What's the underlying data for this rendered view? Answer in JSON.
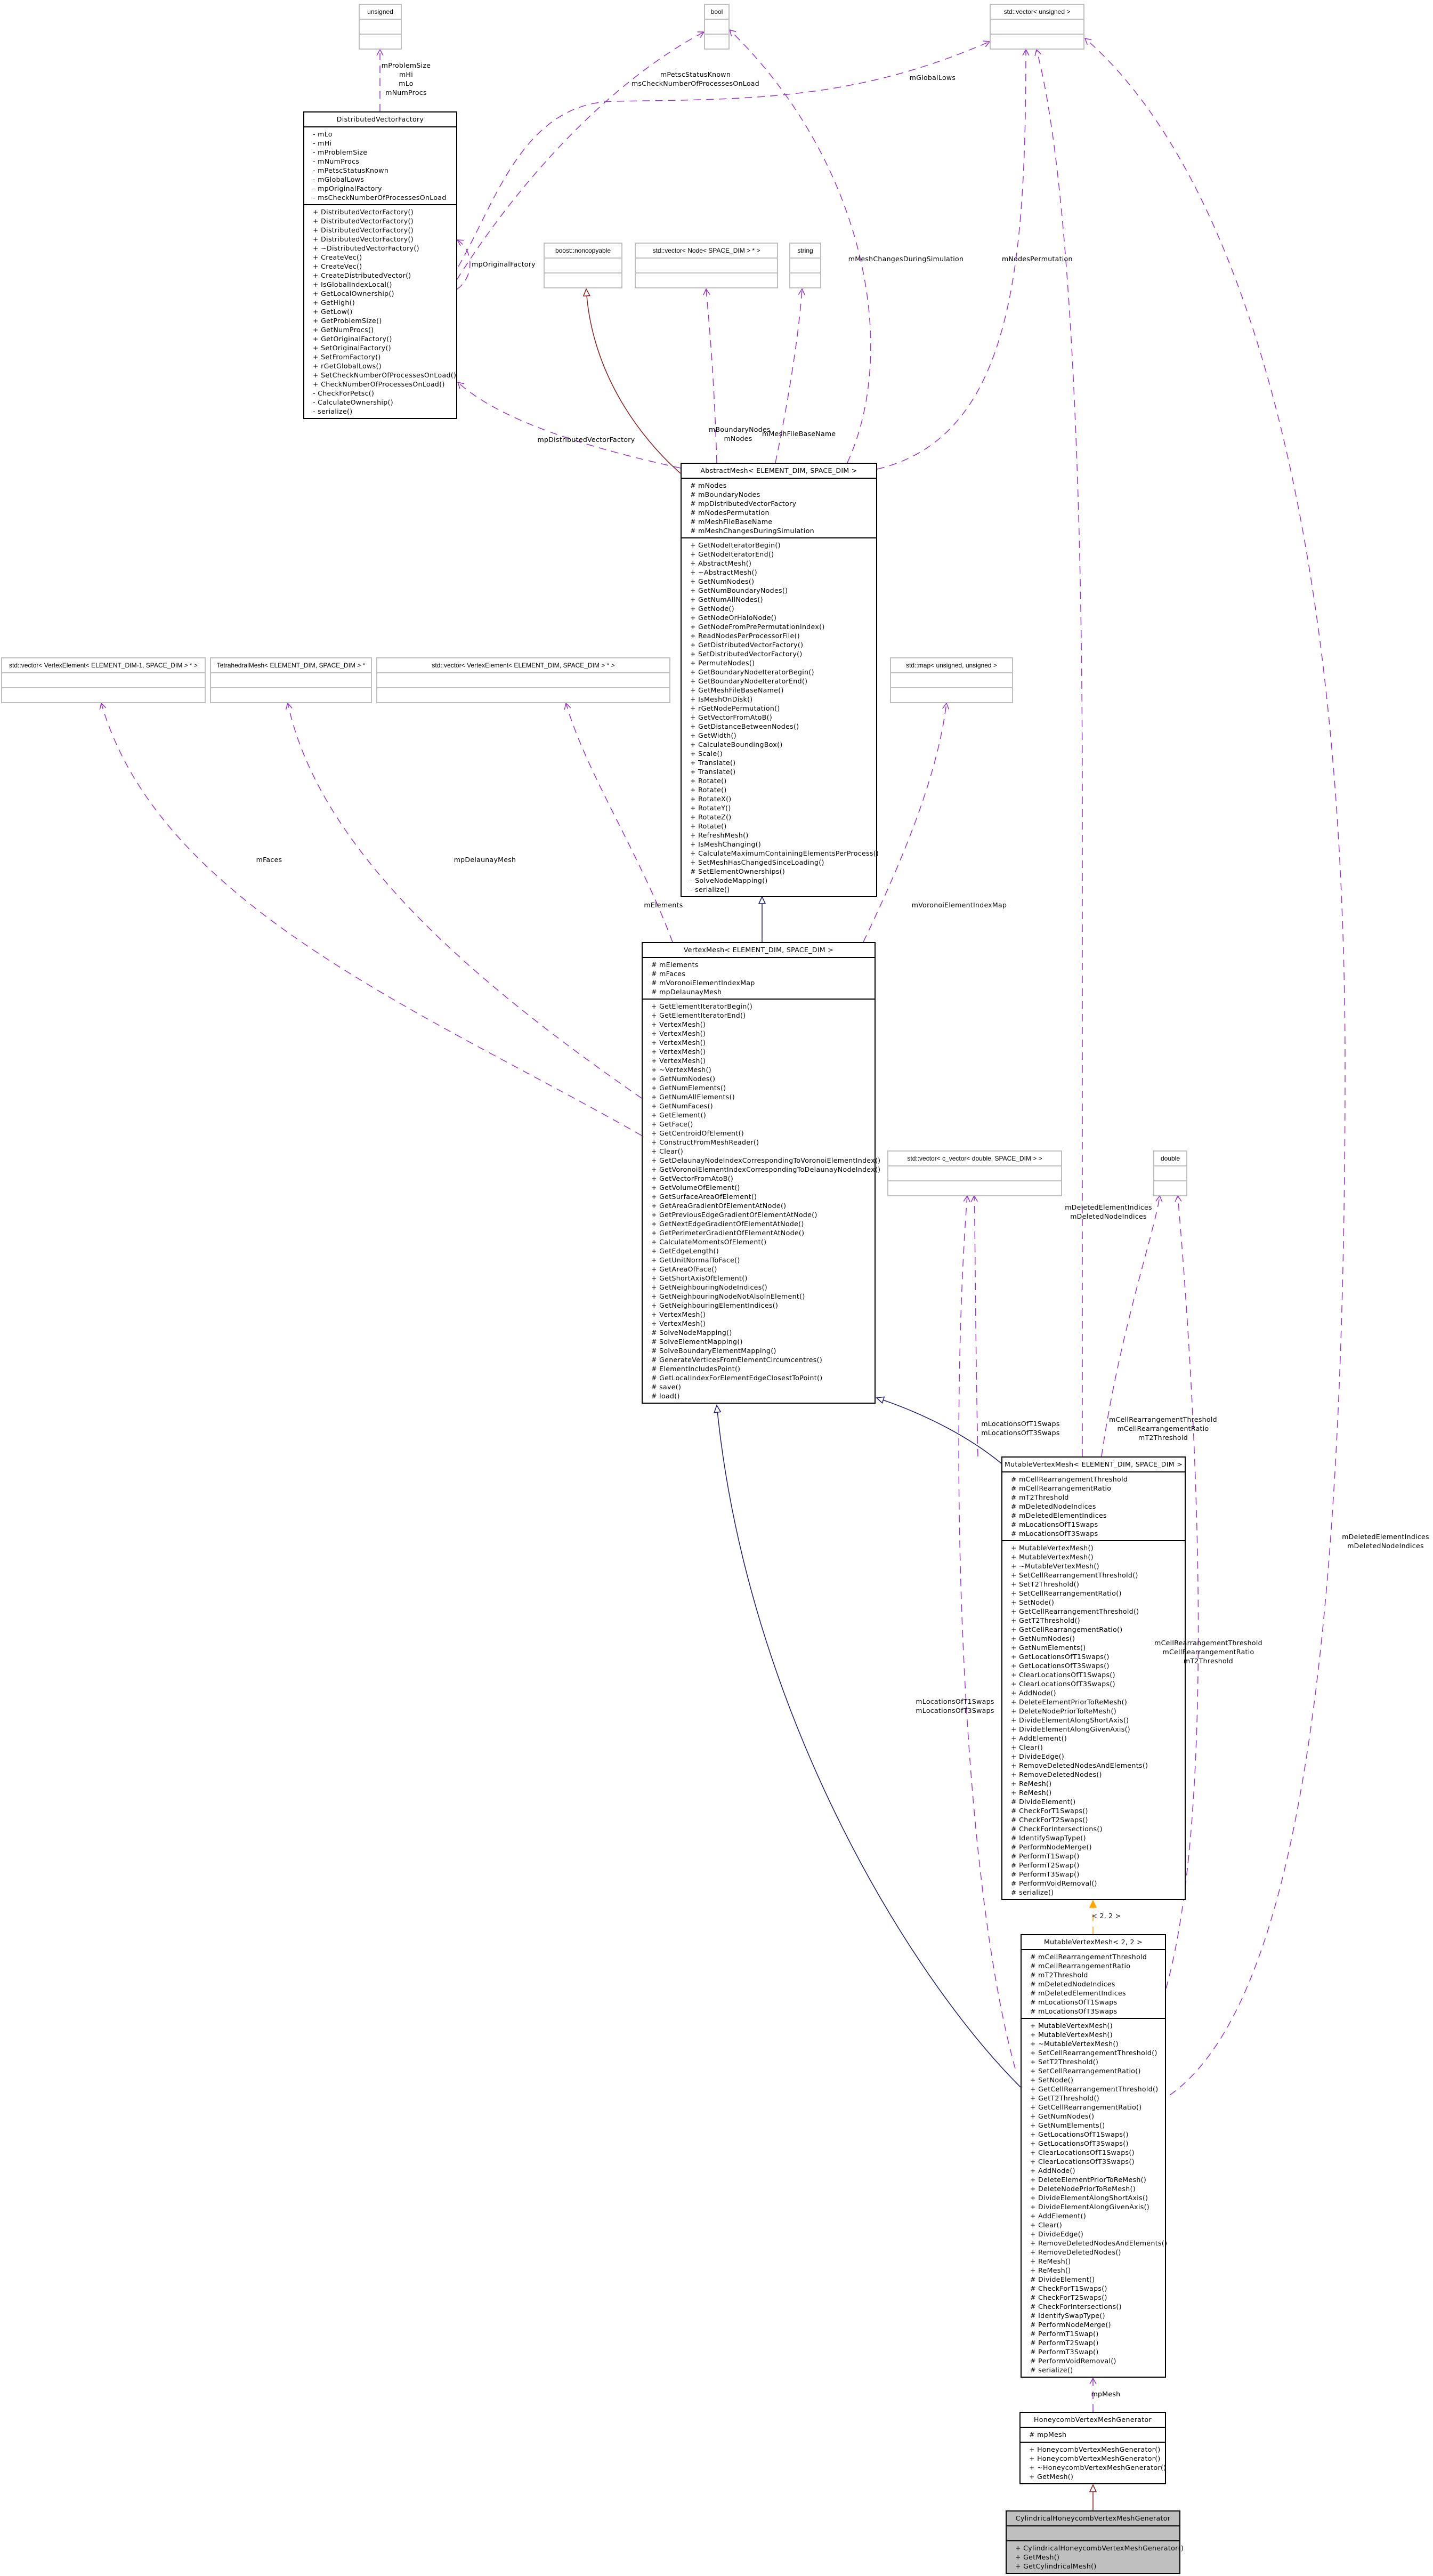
{
  "colors": {
    "usage": "#9a32cd",
    "inherit_navy": "#191970",
    "inherit_red": "#8b1a1a",
    "template": "#ffa500",
    "focus_fill": "#bfbfbf",
    "external_border": "#bfbfbf"
  },
  "classes": {
    "unsigned": {
      "title": "unsigned",
      "attributes": [],
      "methods": []
    },
    "bool": {
      "title": "bool",
      "attributes": [],
      "methods": []
    },
    "vec_unsigned": {
      "title": "std::vector< unsigned >",
      "attributes": [],
      "methods": []
    },
    "dvf": {
      "title": "DistributedVectorFactory",
      "attributes": [
        "- mLo",
        "- mHi",
        "- mProblemSize",
        "- mNumProcs",
        "- mPetscStatusKnown",
        "- mGlobalLows",
        "- mpOriginalFactory",
        "- msCheckNumberOfProcessesOnLoad"
      ],
      "methods": [
        "+ DistributedVectorFactory()",
        "+ DistributedVectorFactory()",
        "+ DistributedVectorFactory()",
        "+ DistributedVectorFactory()",
        "+ ~DistributedVectorFactory()",
        "+ CreateVec()",
        "+ CreateVec()",
        "+ CreateDistributedVector()",
        "+ IsGlobalIndexLocal()",
        "+ GetLocalOwnership()",
        "+ GetHigh()",
        "+ GetLow()",
        "+ GetProblemSize()",
        "+ GetNumProcs()",
        "+ GetOriginalFactory()",
        "+ SetOriginalFactory()",
        "+ SetFromFactory()",
        "+ rGetGlobalLows()",
        "+ SetCheckNumberOfProcessesOnLoad()",
        "+ CheckNumberOfProcessesOnLoad()",
        "- CheckForPetsc()",
        "- CalculateOwnership()",
        "- serialize()"
      ]
    },
    "noncopyable": {
      "title": "boost::noncopyable",
      "attributes": [],
      "methods": []
    },
    "vec_node": {
      "title": "std::vector< Node< SPACE_DIM > * >",
      "attributes": [],
      "methods": []
    },
    "string": {
      "title": "string",
      "attributes": [],
      "methods": []
    },
    "abstract_mesh": {
      "title": "AbstractMesh< ELEMENT_DIM, SPACE_DIM >",
      "attributes": [
        "# mNodes",
        "# mBoundaryNodes",
        "# mpDistributedVectorFactory",
        "# mNodesPermutation",
        "# mMeshFileBaseName",
        "# mMeshChangesDuringSimulation"
      ],
      "methods": [
        "+ GetNodeIteratorBegin()",
        "+ GetNodeIteratorEnd()",
        "+ AbstractMesh()",
        "+ ~AbstractMesh()",
        "+ GetNumNodes()",
        "+ GetNumBoundaryNodes()",
        "+ GetNumAllNodes()",
        "+ GetNode()",
        "+ GetNodeOrHaloNode()",
        "+ GetNodeFromPrePermutationIndex()",
        "+ ReadNodesPerProcessorFile()",
        "+ GetDistributedVectorFactory()",
        "+ SetDistributedVectorFactory()",
        "+ PermuteNodes()",
        "+ GetBoundaryNodeIteratorBegin()",
        "+ GetBoundaryNodeIteratorEnd()",
        "+ GetMeshFileBaseName()",
        "+ IsMeshOnDisk()",
        "+ rGetNodePermutation()",
        "+ GetVectorFromAtoB()",
        "+ GetDistanceBetweenNodes()",
        "+ GetWidth()",
        "+ CalculateBoundingBox()",
        "+ Scale()",
        "+ Translate()",
        "+ Translate()",
        "+ Rotate()",
        "+ Rotate()",
        "+ RotateX()",
        "+ RotateY()",
        "+ RotateZ()",
        "+ Rotate()",
        "+ RefreshMesh()",
        "+ IsMeshChanging()",
        "+ CalculateMaximumContainingElementsPerProcess()",
        "+ SetMeshHasChangedSinceLoading()",
        "# SetElementOwnerships()",
        "- SolveNodeMapping()",
        "- serialize()"
      ]
    },
    "vec_vertex_elem_m1": {
      "title": "std::vector< VertexElement< ELEMENT_DIM-1, SPACE_DIM > * >",
      "attributes": [],
      "methods": []
    },
    "tetra_mesh": {
      "title": "TetrahedralMesh< ELEMENT_DIM, SPACE_DIM > *",
      "attributes": [],
      "methods": []
    },
    "vec_vertex_elem": {
      "title": "std::vector< VertexElement< ELEMENT_DIM, SPACE_DIM > * >",
      "attributes": [],
      "methods": []
    },
    "map_uu": {
      "title": "std::map< unsigned, unsigned >",
      "attributes": [],
      "methods": []
    },
    "vertex_mesh": {
      "title": "VertexMesh< ELEMENT_DIM, SPACE_DIM >",
      "attributes": [
        "# mElements",
        "# mFaces",
        "# mVoronoiElementIndexMap",
        "# mpDelaunayMesh"
      ],
      "methods": [
        "+ GetElementIteratorBegin()",
        "+ GetElementIteratorEnd()",
        "+ VertexMesh()",
        "+ VertexMesh()",
        "+ VertexMesh()",
        "+ VertexMesh()",
        "+ VertexMesh()",
        "+ ~VertexMesh()",
        "+ GetNumNodes()",
        "+ GetNumElements()",
        "+ GetNumAllElements()",
        "+ GetNumFaces()",
        "+ GetElement()",
        "+ GetFace()",
        "+ GetCentroidOfElement()",
        "+ ConstructFromMeshReader()",
        "+ Clear()",
        "+ GetDelaunayNodeIndexCorrespondingToVoronoiElementIndex()",
        "+ GetVoronoiElementIndexCorrespondingToDelaunayNodeIndex()",
        "+ GetVectorFromAtoB()",
        "+ GetVolumeOfElement()",
        "+ GetSurfaceAreaOfElement()",
        "+ GetAreaGradientOfElementAtNode()",
        "+ GetPreviousEdgeGradientOfElementAtNode()",
        "+ GetNextEdgeGradientOfElementAtNode()",
        "+ GetPerimeterGradientOfElementAtNode()",
        "+ CalculateMomentsOfElement()",
        "+ GetEdgeLength()",
        "+ GetUnitNormalToFace()",
        "+ GetAreaOfFace()",
        "+ GetShortAxisOfElement()",
        "+ GetNeighbouringNodeIndices()",
        "+ GetNeighbouringNodeNotAlsoInElement()",
        "+ GetNeighbouringElementIndices()",
        "+ VertexMesh()",
        "+ VertexMesh()",
        "# SolveNodeMapping()",
        "# SolveElementMapping()",
        "# SolveBoundaryElementMapping()",
        "# GenerateVerticesFromElementCircumcentres()",
        "# ElementIncludesPoint()",
        "# GetLocalIndexForElementEdgeClosestToPoint()",
        "# save()",
        "# load()"
      ]
    },
    "vec_cvector": {
      "title": "std::vector< c_vector< double, SPACE_DIM > >",
      "attributes": [],
      "methods": []
    },
    "double": {
      "title": "double",
      "attributes": [],
      "methods": []
    },
    "mvm": {
      "title": "MutableVertexMesh< ELEMENT_DIM, SPACE_DIM >",
      "attributes": [
        "# mCellRearrangementThreshold",
        "# mCellRearrangementRatio",
        "# mT2Threshold",
        "# mDeletedNodeIndices",
        "# mDeletedElementIndices",
        "# mLocationsOfT1Swaps",
        "# mLocationsOfT3Swaps"
      ],
      "methods": [
        "+ MutableVertexMesh()",
        "+ MutableVertexMesh()",
        "+ ~MutableVertexMesh()",
        "+ SetCellRearrangementThreshold()",
        "+ SetT2Threshold()",
        "+ SetCellRearrangementRatio()",
        "+ SetNode()",
        "+ GetCellRearrangementThreshold()",
        "+ GetT2Threshold()",
        "+ GetCellRearrangementRatio()",
        "+ GetNumNodes()",
        "+ GetNumElements()",
        "+ GetLocationsOfT1Swaps()",
        "+ GetLocationsOfT3Swaps()",
        "+ ClearLocationsOfT1Swaps()",
        "+ ClearLocationsOfT3Swaps()",
        "+ AddNode()",
        "+ DeleteElementPriorToReMesh()",
        "+ DeleteNodePriorToReMesh()",
        "+ DivideElementAlongShortAxis()",
        "+ DivideElementAlongGivenAxis()",
        "+ AddElement()",
        "+ Clear()",
        "+ DivideEdge()",
        "+ RemoveDeletedNodesAndElements()",
        "+ RemoveDeletedNodes()",
        "+ ReMesh()",
        "+ ReMesh()",
        "# DivideElement()",
        "# CheckForT1Swaps()",
        "# CheckForT2Swaps()",
        "# CheckForIntersections()",
        "# IdentifySwapType()",
        "# PerformNodeMerge()",
        "# PerformT1Swap()",
        "# PerformT2Swap()",
        "# PerformT3Swap()",
        "# PerformVoidRemoval()",
        "# serialize()"
      ]
    },
    "mvm22": {
      "title": "MutableVertexMesh< 2, 2 >",
      "attributes": [
        "# mCellRearrangementThreshold",
        "# mCellRearrangementRatio",
        "# mT2Threshold",
        "# mDeletedNodeIndices",
        "# mDeletedElementIndices",
        "# mLocationsOfT1Swaps",
        "# mLocationsOfT3Swaps"
      ],
      "methods": [
        "+ MutableVertexMesh()",
        "+ MutableVertexMesh()",
        "+ ~MutableVertexMesh()",
        "+ SetCellRearrangementThreshold()",
        "+ SetT2Threshold()",
        "+ SetCellRearrangementRatio()",
        "+ SetNode()",
        "+ GetCellRearrangementThreshold()",
        "+ GetT2Threshold()",
        "+ GetCellRearrangementRatio()",
        "+ GetNumNodes()",
        "+ GetNumElements()",
        "+ GetLocationsOfT1Swaps()",
        "+ GetLocationsOfT3Swaps()",
        "+ ClearLocationsOfT1Swaps()",
        "+ ClearLocationsOfT3Swaps()",
        "+ AddNode()",
        "+ DeleteElementPriorToReMesh()",
        "+ DeleteNodePriorToReMesh()",
        "+ DivideElementAlongShortAxis()",
        "+ DivideElementAlongGivenAxis()",
        "+ AddElement()",
        "+ Clear()",
        "+ DivideEdge()",
        "+ RemoveDeletedNodesAndElements()",
        "+ RemoveDeletedNodes()",
        "+ ReMesh()",
        "+ ReMesh()",
        "# DivideElement()",
        "# CheckForT1Swaps()",
        "# CheckForT2Swaps()",
        "# CheckForIntersections()",
        "# IdentifySwapType()",
        "# PerformNodeMerge()",
        "# PerformT1Swap()",
        "# PerformT2Swap()",
        "# PerformT3Swap()",
        "# PerformVoidRemoval()",
        "# serialize()"
      ]
    },
    "honeycomb": {
      "title": "HoneycombVertexMeshGenerator",
      "attributes": [
        "# mpMesh"
      ],
      "methods": [
        "+ HoneycombVertexMeshGenerator()",
        "+ HoneycombVertexMeshGenerator()",
        "+ ~HoneycombVertexMeshGenerator()",
        "+ GetMesh()"
      ]
    },
    "cylindrical": {
      "title": "CylindricalHoneycombVertexMeshGenerator",
      "attributes": [],
      "methods": [
        "+ CylindricalHoneycombVertexMeshGenerator()",
        "+ GetMesh()",
        "+ GetCylindricalMesh()"
      ]
    }
  },
  "edge_labels": {
    "dvf_unsigned": [
      "mProblemSize",
      "mHi",
      "mLo",
      "mNumProcs"
    ],
    "dvf_bool": [
      "mPetscStatusKnown",
      "msCheckNumberOfProcessesOnLoad"
    ],
    "dvf_global_lows": [
      "mGlobalLows"
    ],
    "dvf_self": [
      "mpOriginalFactory"
    ],
    "am_dvf": [
      "mpDistributedVectorFactory"
    ],
    "am_nodes": [
      "mBoundaryNodes",
      "mNodes"
    ],
    "am_string": [
      "mMeshFileBaseName"
    ],
    "am_bool": [
      "mMeshChangesDuringSimulation"
    ],
    "am_perm": [
      "mNodesPermutation"
    ],
    "vm_faces": [
      "mFaces"
    ],
    "vm_delaunay": [
      "mpDelaunayMesh"
    ],
    "vm_elements": [
      "mElements"
    ],
    "vm_map": [
      "mVoronoiElementIndexMap"
    ],
    "mvm_cvec": [
      "mLocationsOfT1Swaps",
      "mLocationsOfT3Swaps"
    ],
    "mvm_double": [
      "mCellRearrangementThreshold",
      "mCellRearrangementRatio",
      "mT2Threshold"
    ],
    "mvm_deleted": [
      "mDeletedElementIndices",
      "mDeletedNodeIndices"
    ],
    "template_args": [
      "< 2, 2 >"
    ],
    "mvm22_cvec": [
      "mLocationsOfT1Swaps",
      "mLocationsOfT3Swaps"
    ],
    "mvm22_double": [
      "mCellRearrangementThreshold",
      "mCellRearrangementRatio",
      "mT2Threshold"
    ],
    "mvm22_deleted": [
      "mDeletedElementIndices",
      "mDeletedNodeIndices"
    ],
    "hvg_mesh": [
      "mpMesh"
    ]
  }
}
